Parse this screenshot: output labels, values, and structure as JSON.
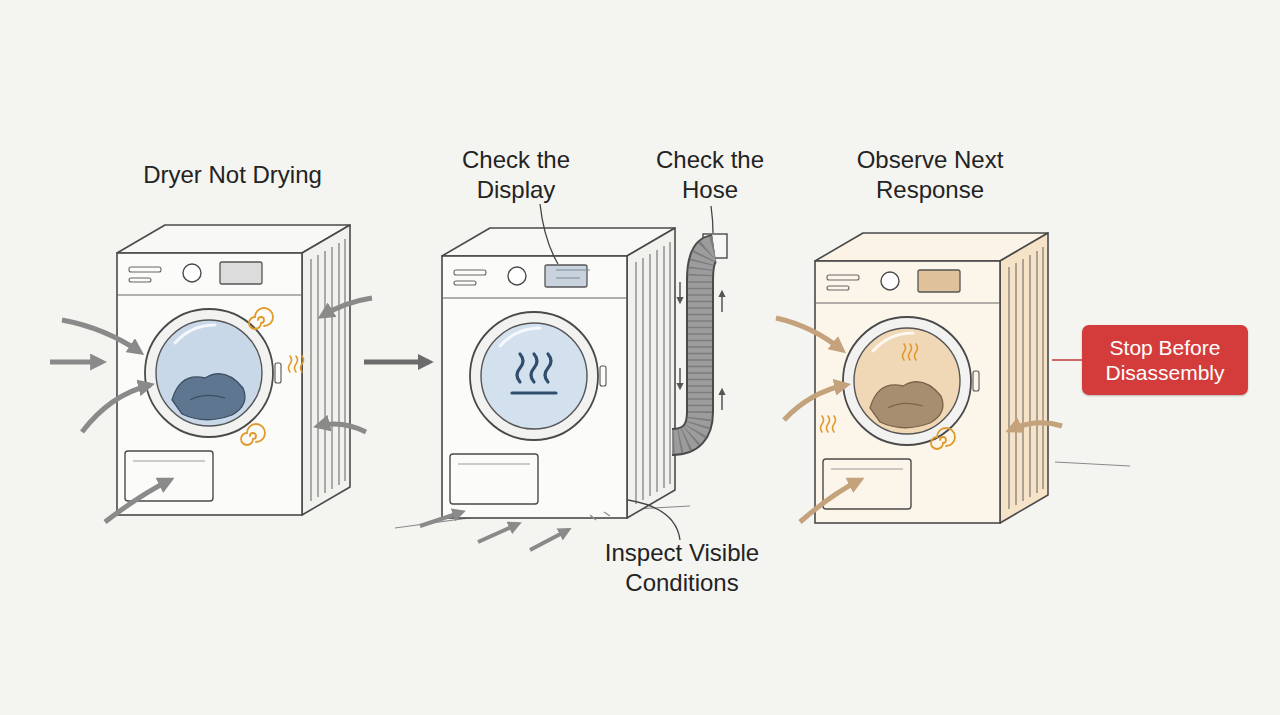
{
  "diagram": {
    "nodes": [
      {
        "text": [
          "Dryer Not Drying"
        ]
      },
      {
        "text": [
          "Check the Display"
        ]
      },
      {
        "text": [
          "Observe Next Response"
        ]
      },
      {
        "text": [
          "Stop Before Disassembly"
        ]
      }
    ],
    "edges": [
      {
        "from": 0,
        "to": 1,
        "arrow": "to"
      },
      {
        "from": 2,
        "to": 3,
        "arrow": "none"
      }
    ],
    "labels": [
      "Check the Hose",
      "Inspect Visible Conditions"
    ]
  }
}
